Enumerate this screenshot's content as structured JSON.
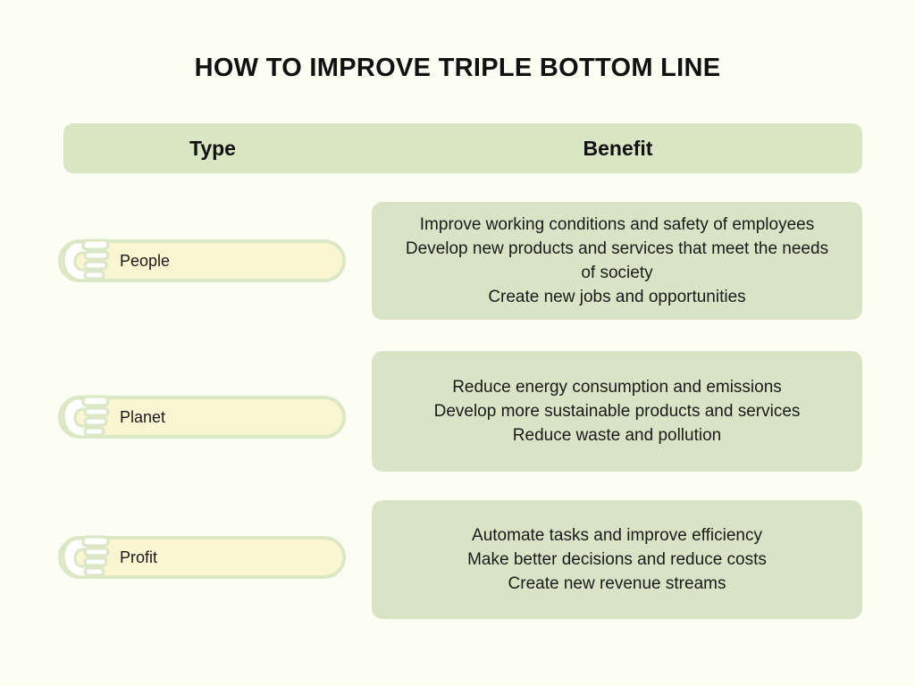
{
  "page": {
    "title": "HOW TO IMPROVE TRIPLE BOTTOM LINE",
    "background_color": "#FCFEF3",
    "text_color": "#1A1A1A"
  },
  "colors": {
    "header_green": "#D9E6C4",
    "block_green": "#D9E4C6",
    "pill_cream": "#FAF6D2",
    "pill_border_green": "#DCE7C6",
    "icon_fill": "#FFFFFF",
    "icon_outline": "#DCE7C6"
  },
  "table": {
    "headers": {
      "type": "Type",
      "benefit": "Benefit"
    },
    "rows": [
      {
        "icon": "pointing-hand-icon",
        "type": "People",
        "benefits": [
          "Improve working conditions and safety of employees",
          "Develop new products and services that meet the needs of society",
          "Create new jobs and opportunities"
        ]
      },
      {
        "icon": "pointing-hand-icon",
        "type": "Planet",
        "benefits": [
          "Reduce energy consumption and emissions",
          "Develop more sustainable products and services",
          "Reduce waste and pollution"
        ]
      },
      {
        "icon": "pointing-hand-icon",
        "type": "Profit",
        "benefits": [
          "Automate tasks and improve efficiency",
          "Make better decisions and reduce costs",
          "Create new revenue streams"
        ]
      }
    ]
  }
}
